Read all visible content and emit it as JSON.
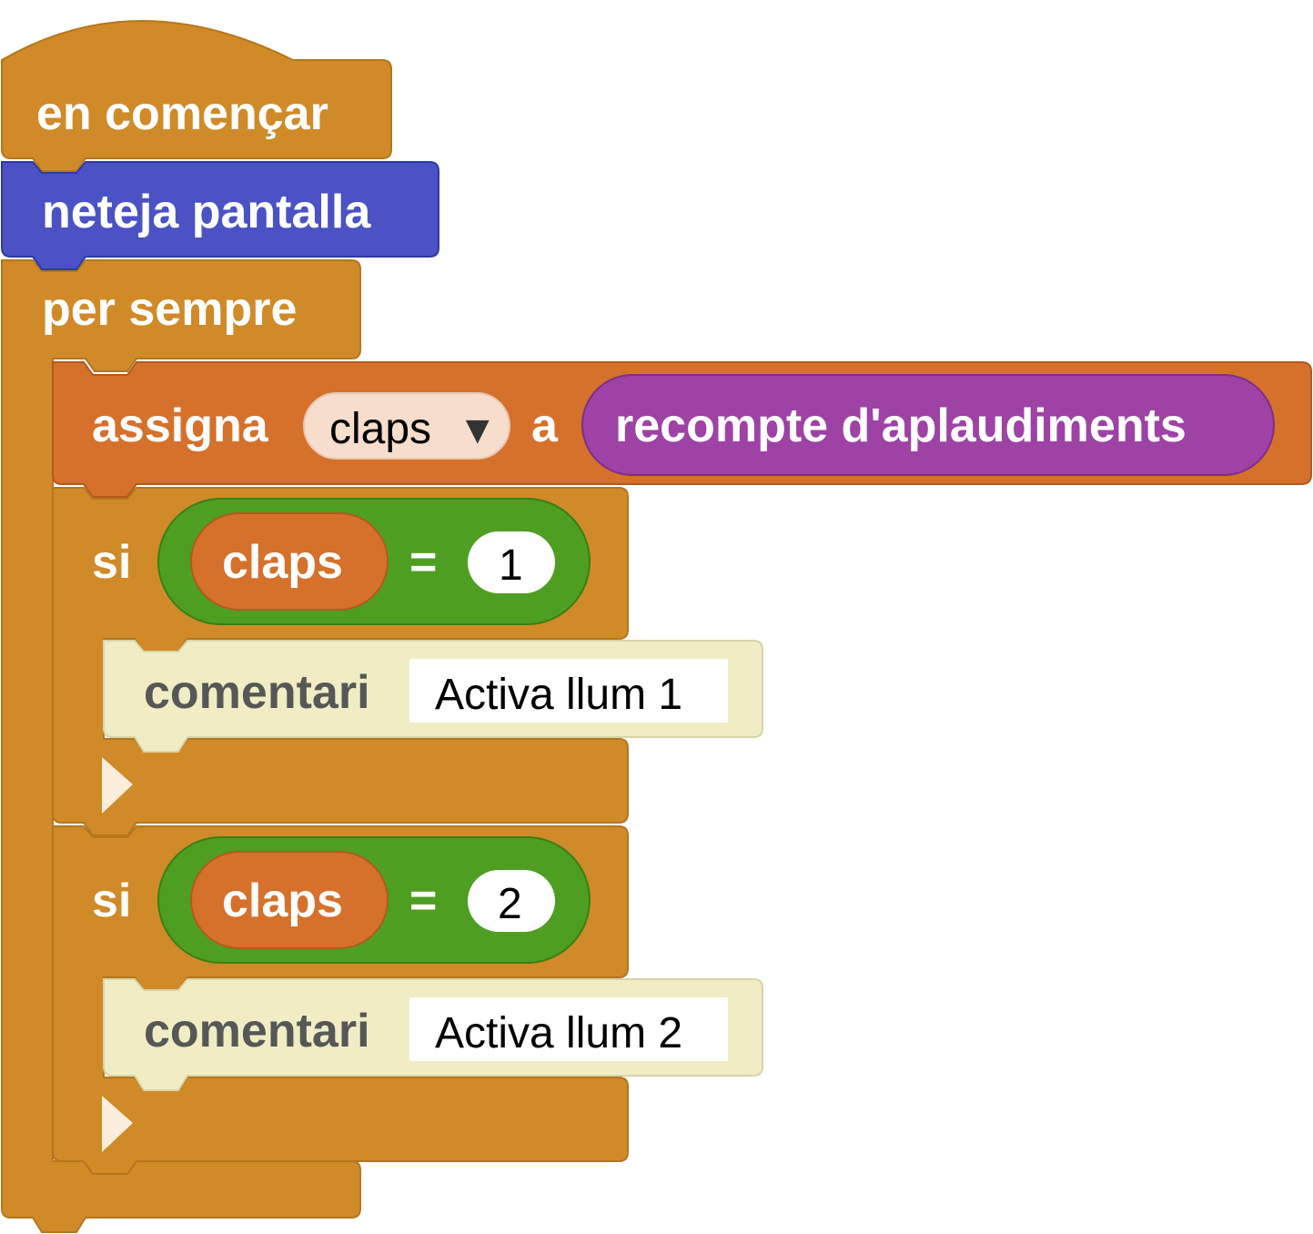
{
  "program": {
    "hat": {
      "label": "en  començar",
      "color": "#D08A28"
    },
    "clear": {
      "label": "neteja  pantalla",
      "color": "#4A52C4"
    },
    "forever": {
      "label": "per  sempre",
      "color": "#D08A28"
    },
    "assign": {
      "label": "assigna",
      "variable": "claps",
      "dropdown_icon": "▼",
      "connector": "a",
      "value": "recompte  d'aplaudiments",
      "color": "#D5712B",
      "value_color": "#9E42A6"
    },
    "if_blocks": [
      {
        "label": "si",
        "variable": "claps",
        "operator": "=",
        "number": "1",
        "comment_label": "comentari",
        "comment_text": "Activa llum 1",
        "expand_icon": "triangle-right-icon"
      },
      {
        "label": "si",
        "variable": "claps",
        "operator": "=",
        "number": "2",
        "comment_label": "comentari",
        "comment_text": "Activa llum 2",
        "expand_icon": "triangle-right-icon"
      }
    ],
    "colors": {
      "control": "#D08A28",
      "logic": "#4E9E22",
      "variable": "#D5712B",
      "comment": "#F0EDC4"
    }
  }
}
